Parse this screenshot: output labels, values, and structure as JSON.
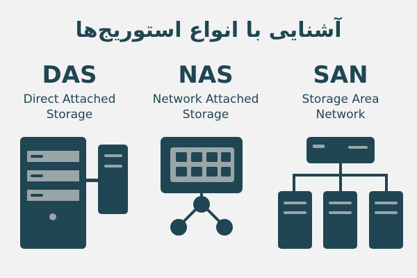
{
  "title": "آشنایی با انواع استوریج‌ها",
  "columns": [
    {
      "abbr": "DAS",
      "line1": "Direct Attached",
      "line2": "Storage"
    },
    {
      "abbr": "NAS",
      "line1": "Network Attached",
      "line2": "Storage"
    },
    {
      "abbr": "SAN",
      "line1": "Storage Area",
      "line2": "Network"
    }
  ],
  "colors": {
    "primary": "#1f4652",
    "secondary": "#9aa5a9",
    "background": "#f2f2f2"
  }
}
